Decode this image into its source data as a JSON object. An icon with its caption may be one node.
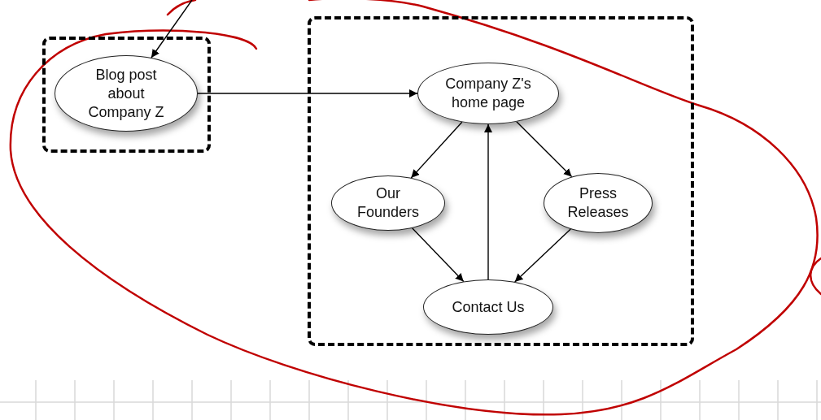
{
  "diagram": {
    "nodes": [
      {
        "text": [],
        "shape": "box"
      },
      {
        "text": [
          "Blog post about Company Z"
        ],
        "in": 0
      },
      {
        "text": [],
        "shape": "box"
      },
      {
        "text": [
          "Company Z's home page"
        ],
        "in": 2
      },
      {
        "text": [
          "Our Founders"
        ],
        "in": 2
      },
      {
        "text": [
          "Press Releases"
        ],
        "in": 2
      },
      {
        "text": [
          "Contact Us"
        ],
        "in": 2
      }
    ],
    "edges": [
      {
        "from": null,
        "to": 1,
        "arrow": "to"
      },
      {
        "from": 1,
        "to": 3,
        "arrow": "to"
      },
      {
        "from": 3,
        "to": 4,
        "arrow": "to"
      },
      {
        "from": 3,
        "to": 5,
        "arrow": "to"
      },
      {
        "from": 4,
        "to": 6,
        "arrow": "to"
      },
      {
        "from": 5,
        "to": 6,
        "arrow": "to"
      },
      {
        "from": 6,
        "to": 3,
        "arrow": "to"
      }
    ]
  }
}
